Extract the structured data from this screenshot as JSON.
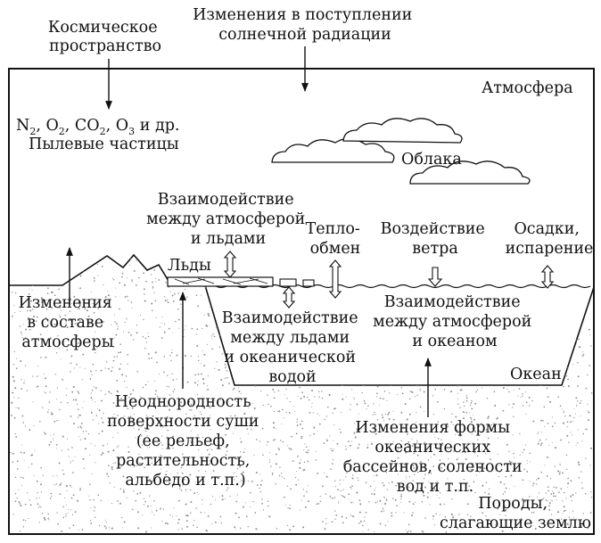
{
  "labels": {
    "space": [
      "Космическое",
      "пространство"
    ],
    "solar": [
      "Изменения в поступлении",
      "солнечной радиации"
    ],
    "atmosphere": "Атмосфера",
    "composition_gases": [
      "N",
      "2",
      ", O",
      "2",
      ", CO",
      "2",
      ", O",
      "3",
      " и др."
    ],
    "dust": "Пылевые частицы",
    "clouds": "Облака",
    "atm_ice": [
      "Взаимодействие",
      "между атмосферой",
      "и льдами"
    ],
    "heat": [
      "Тепло-",
      "обмен"
    ],
    "wind": [
      "Воздействие",
      "ветра"
    ],
    "precip": [
      "Осадки,",
      "испарение"
    ],
    "ice": "Льды",
    "atm_comp_change": [
      "Изменения",
      "в составе",
      "атмосферы"
    ],
    "ice_ocean": [
      "Взаимодействие",
      "между льдами",
      "и океанической",
      "водой"
    ],
    "atm_ocean": [
      "Взаимодействие",
      "между атмосферой",
      "и океаном"
    ],
    "ocean": "Океан",
    "land_hetero": [
      "Неоднородность",
      "поверхности суши",
      "(ее рельеф,",
      "растительность,",
      "альбедо и т.п.)"
    ],
    "basin_change": [
      "Изменения формы",
      "океанических",
      "бассейнов, солености",
      "вод и т.п."
    ],
    "rocks": [
      "Породы,",
      "слагающие землю"
    ]
  },
  "colors": {
    "ink": "#111111",
    "paper": "#ffffff",
    "stipple": "#8a8a8a"
  }
}
